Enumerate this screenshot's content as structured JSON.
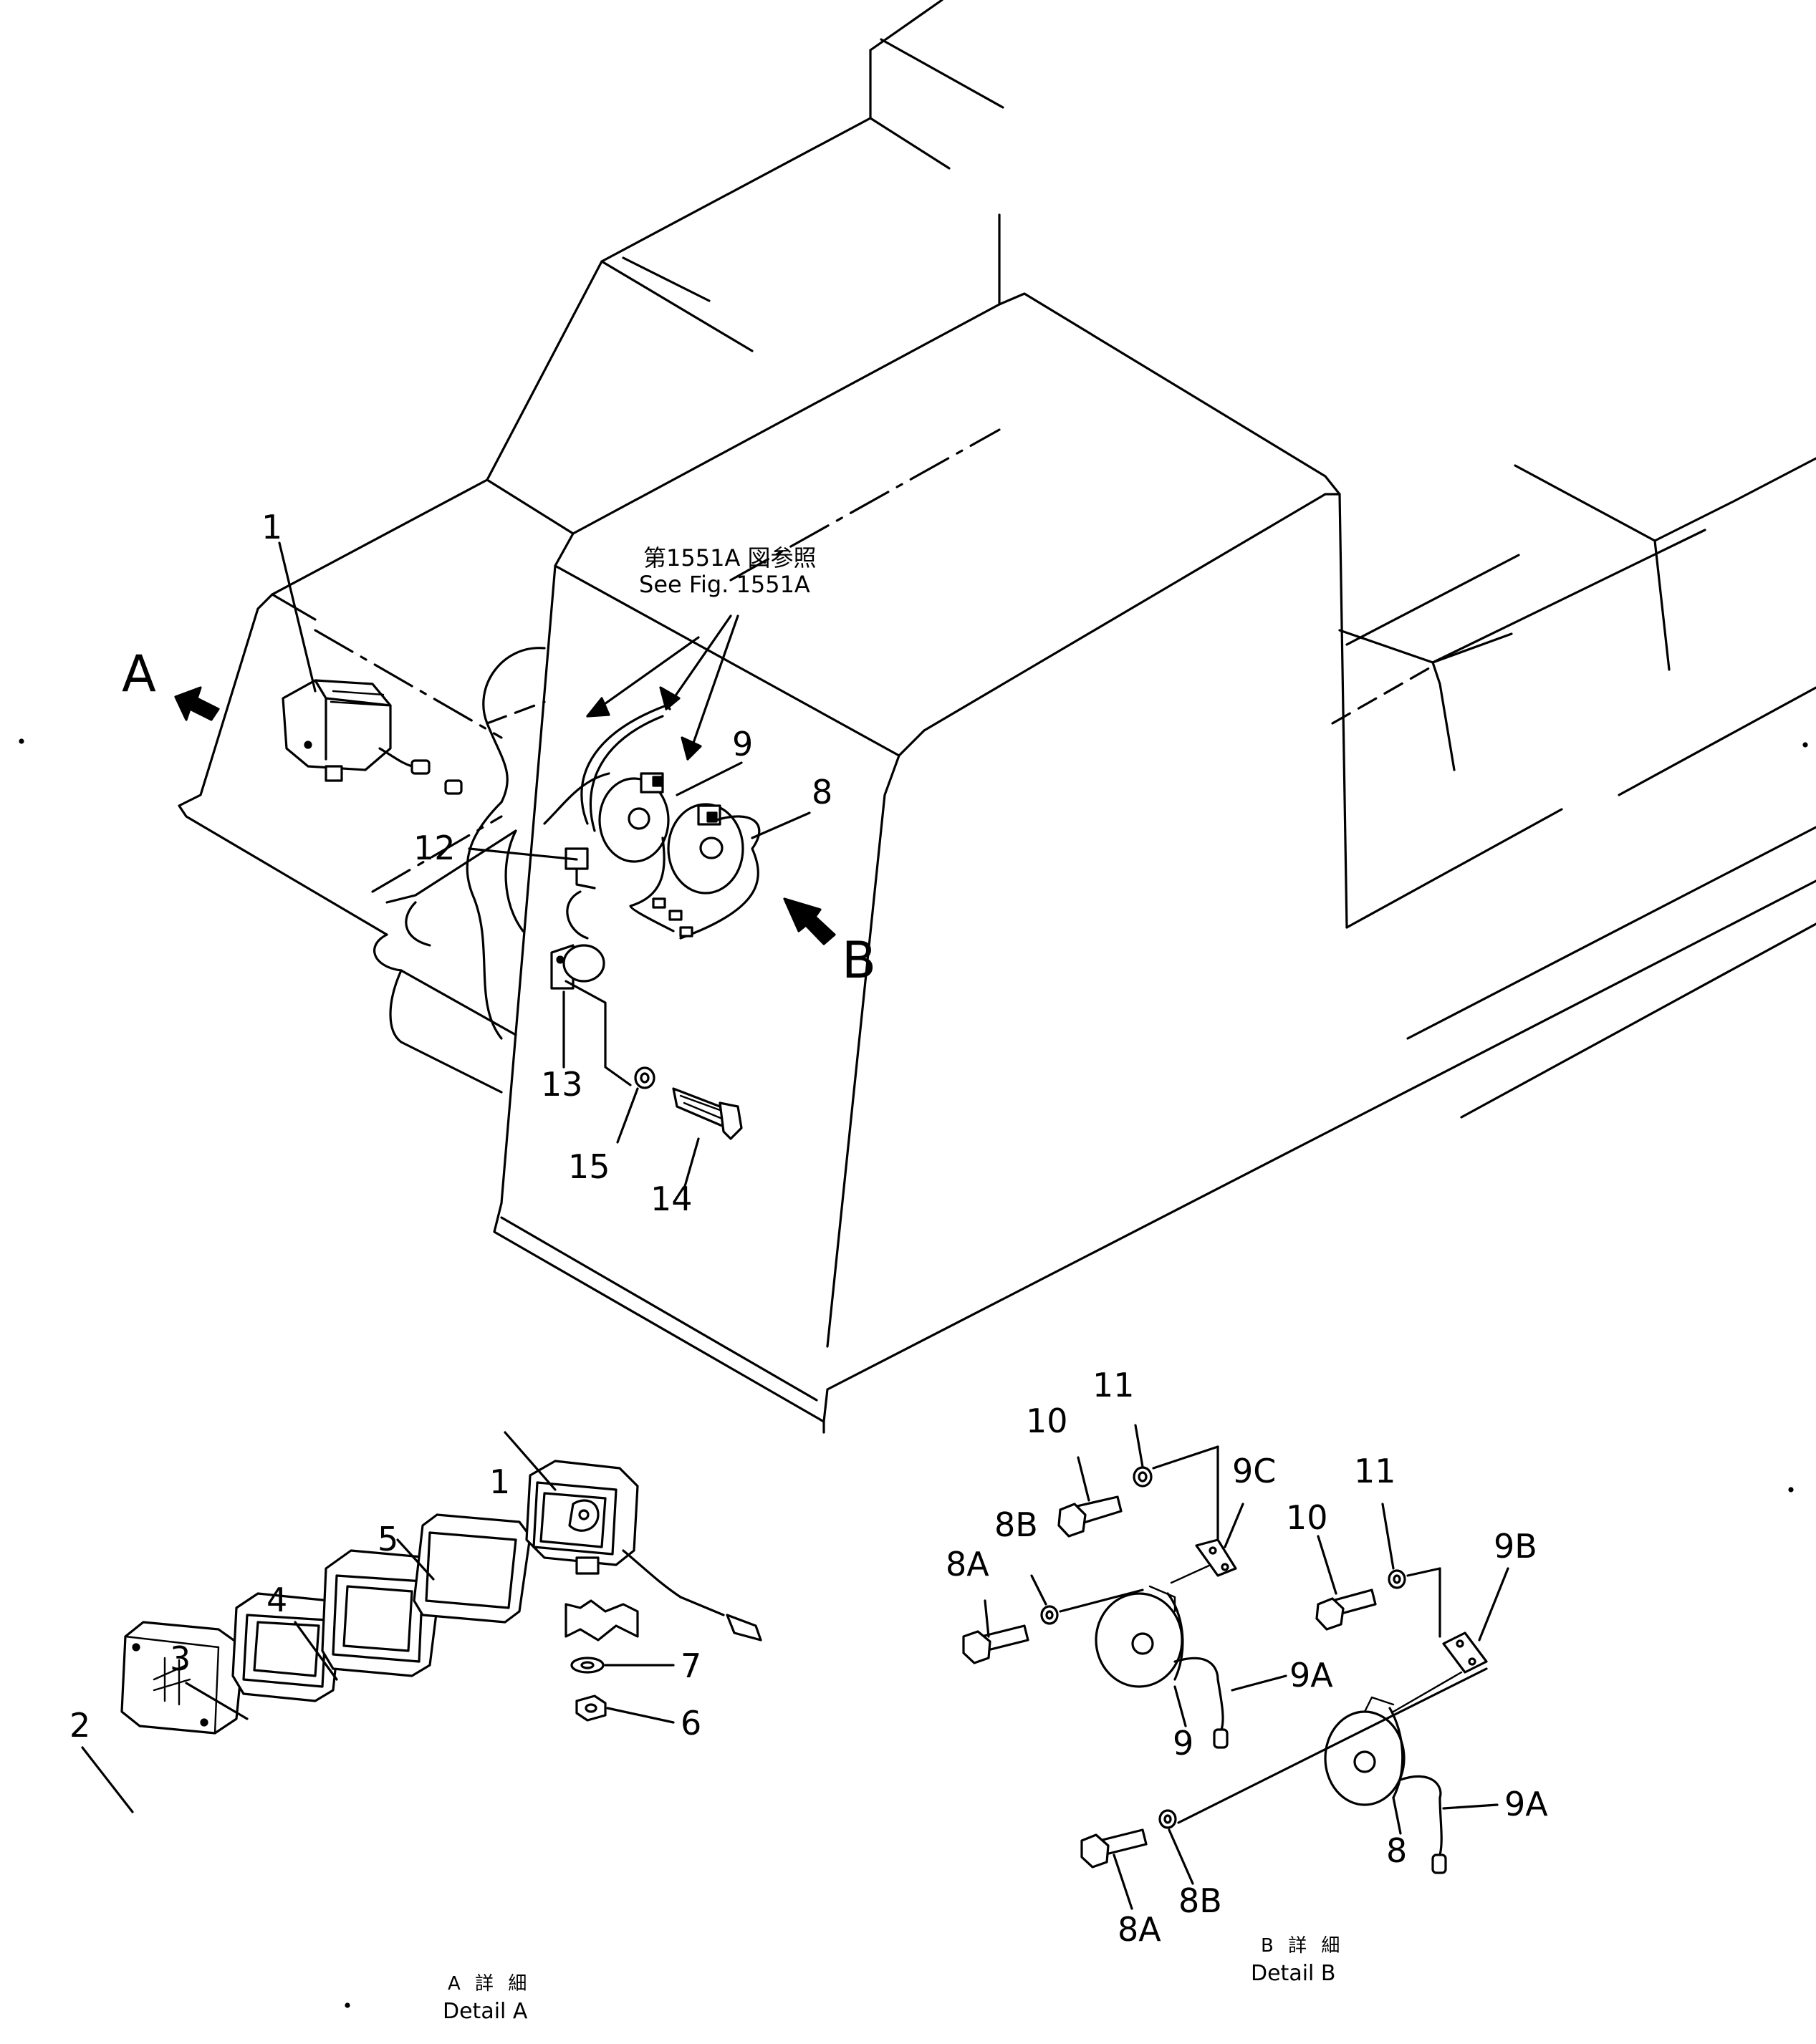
{
  "reference_note": {
    "japanese": "第1551A 図参照",
    "english": "See Fig. 1551A"
  },
  "view_markers": {
    "a": "A",
    "b": "B"
  },
  "callouts": {
    "main": {
      "p1": "1",
      "p9": "9",
      "p8": "8",
      "p12": "12",
      "p13": "13",
      "p15": "15",
      "p14": "14"
    },
    "detail_a": {
      "p1": "1",
      "p5": "5",
      "p4": "4",
      "p3": "3",
      "p2": "2",
      "p7": "7",
      "p6": "6"
    },
    "detail_b": {
      "p11_upper": "11",
      "p10_upper": "10",
      "p9c": "9C",
      "p8b_upper": "8B",
      "p8a_upper": "8A",
      "p11_right": "11",
      "p10_right": "10",
      "p9b": "9B",
      "p9a_upper": "9A",
      "p9": "9",
      "p9a_lower": "9A",
      "p8": "8",
      "p8b_lower": "8B",
      "p8a_lower": "8A"
    }
  },
  "captions": {
    "detail_a": {
      "japanese": "A 詳 細",
      "english": "Detail A"
    },
    "detail_b": {
      "japanese": "B 詳 細",
      "english": "Detail B"
    }
  }
}
